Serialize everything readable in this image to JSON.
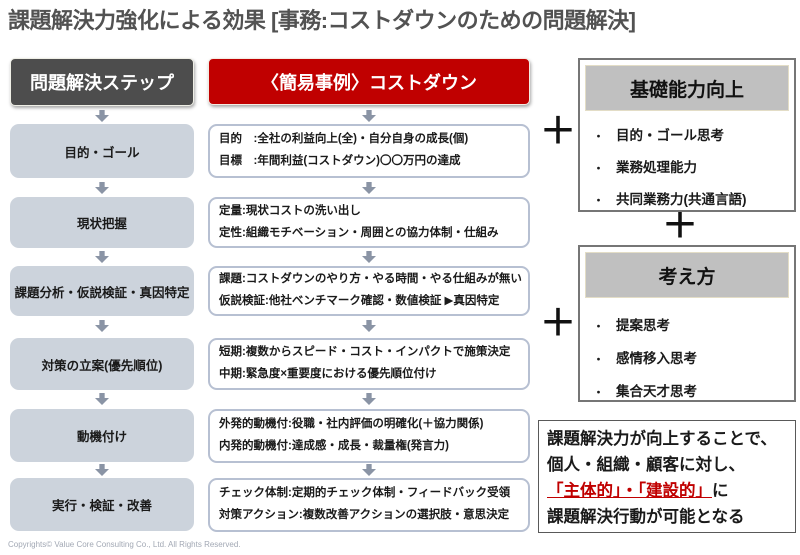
{
  "title": "課題解決力強化による効果 [事務:コストダウンのための問題解決]",
  "left_column": {
    "header": "問題解決ステップ",
    "steps": [
      "目的・ゴール",
      "現状把握",
      "課題分析・仮説検証・真因特定",
      "対策の立案(優先順位)",
      "動機付け",
      "実行・検証・改善"
    ]
  },
  "middle_column": {
    "header": "〈簡易事例〉コストダウン",
    "boxes": [
      {
        "line1": "目的　:全社の利益向上(全)・自分自身の成長(個)",
        "line2": "目標　:年間利益(コストダウン)〇〇万円の達成"
      },
      {
        "line1": "定量:現状コストの洗い出し",
        "line2": "定性:組織モチベーション・周囲との協力体制・仕組み"
      },
      {
        "line1": "課題:コストダウンのやり方・やる時間・やる仕組みが無い",
        "line2": "仮説検証:他社ベンチマーク確認・数値検証 ▶真因特定"
      },
      {
        "line1": "短期:複数からスピード・コスト・インパクトで施策決定",
        "line2": "中期:緊急度×重要度における優先順位付け"
      },
      {
        "line1": "外発的動機付:役職・社内評価の明確化(＋協力関係)",
        "line2": "内発的動機付:達成感・成長・裁量権(発言力)"
      },
      {
        "line1": "チェック体制:定期的チェック体制・フィードバック受領",
        "line2": "対策アクション:複数改善アクションの選択肢・意思決定"
      }
    ]
  },
  "right_column": {
    "plus_sign": "＋",
    "bullet_char": "・",
    "ability_box": {
      "header": "基礎能力向上",
      "bullets": [
        "目的・ゴール思考",
        "業務処理能力",
        "共同業務力(共通言語)"
      ]
    },
    "mindset_box": {
      "header": "考え方",
      "bullets": [
        "提案思考",
        "感情移入思考",
        "集合天才思考"
      ]
    },
    "conclusion": {
      "line1": "課題解決力が向上することで、",
      "line2": "個人・組織・顧客に対し、",
      "highlight": "「主体的」・「建設的」",
      "highlight_suffix": "に",
      "line4": "課題解決行動が可能となる"
    }
  },
  "footer": {
    "copyright": "Copyrights© Value Core Consulting Co., Ltd.  All Rights Reserved."
  },
  "colors": {
    "accent_red": "#c00000",
    "dark_header": "#4d4d4d",
    "step_box_bg": "#ccd3dc",
    "case_border": "#b7c0d2",
    "gray_header_bg": "#c0c0c0"
  }
}
